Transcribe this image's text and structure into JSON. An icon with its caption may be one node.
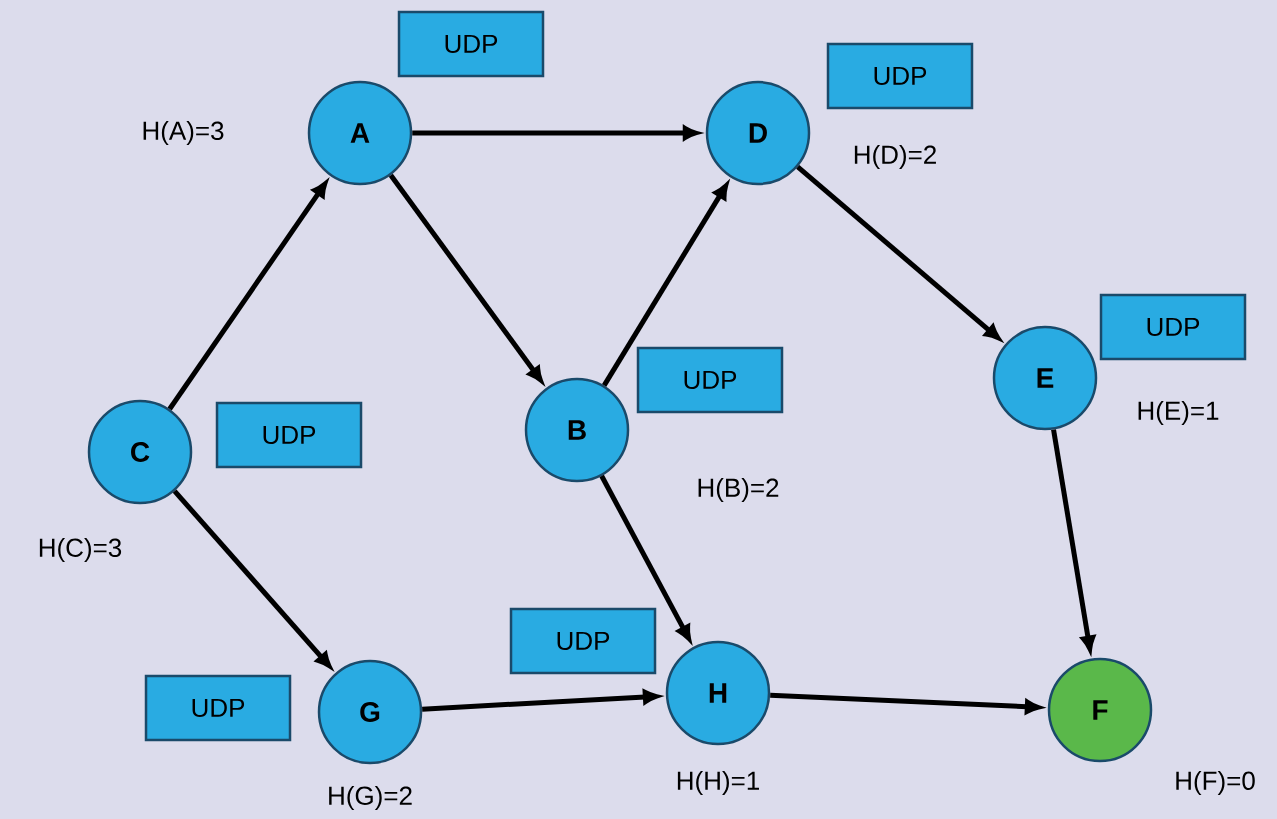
{
  "diagram": {
    "nodes": [
      {
        "text": [
          "UDP"
        ]
      },
      {
        "text": [
          "A"
        ],
        "beside": [
          "H(A)=3"
        ]
      },
      {
        "text": [
          "D"
        ],
        "beside": [
          "H(D)=2"
        ]
      },
      {
        "text": [
          "UDP"
        ]
      },
      {
        "text": [
          "UDP"
        ]
      },
      {
        "text": [
          "E"
        ],
        "beside": [
          "H(E)=1"
        ]
      },
      {
        "text": [
          "UDP"
        ]
      },
      {
        "text": [
          "C"
        ],
        "beside": [
          "H(C)=3"
        ]
      },
      {
        "text": [
          "UDP"
        ]
      },
      {
        "text": [
          "B"
        ],
        "beside": [
          "H(B)=2"
        ]
      },
      {
        "text": [
          "UDP"
        ]
      },
      {
        "text": [
          "H"
        ],
        "beside": [
          "H(H)=1"
        ]
      },
      {
        "text": [
          "UDP"
        ]
      },
      {
        "text": [
          "G"
        ],
        "beside": [
          "H(G)=2"
        ]
      },
      {
        "text": [
          "F"
        ],
        "beside": [
          "H(F)=0"
        ]
      }
    ],
    "edges": [
      {
        "from": 1,
        "to": 2,
        "arrow": "to"
      },
      {
        "from": 1,
        "to": 9,
        "arrow": "to"
      },
      {
        "from": 7,
        "to": 1,
        "arrow": "to"
      },
      {
        "from": 7,
        "to": 13,
        "arrow": "to"
      },
      {
        "from": 9,
        "to": 2,
        "arrow": "to"
      },
      {
        "from": 9,
        "to": 11,
        "arrow": "to"
      },
      {
        "from": 2,
        "to": 5,
        "arrow": "to"
      },
      {
        "from": 5,
        "to": 14,
        "arrow": "to"
      },
      {
        "from": 13,
        "to": 11,
        "arrow": "to"
      },
      {
        "from": 11,
        "to": 14,
        "arrow": "to"
      }
    ]
  }
}
